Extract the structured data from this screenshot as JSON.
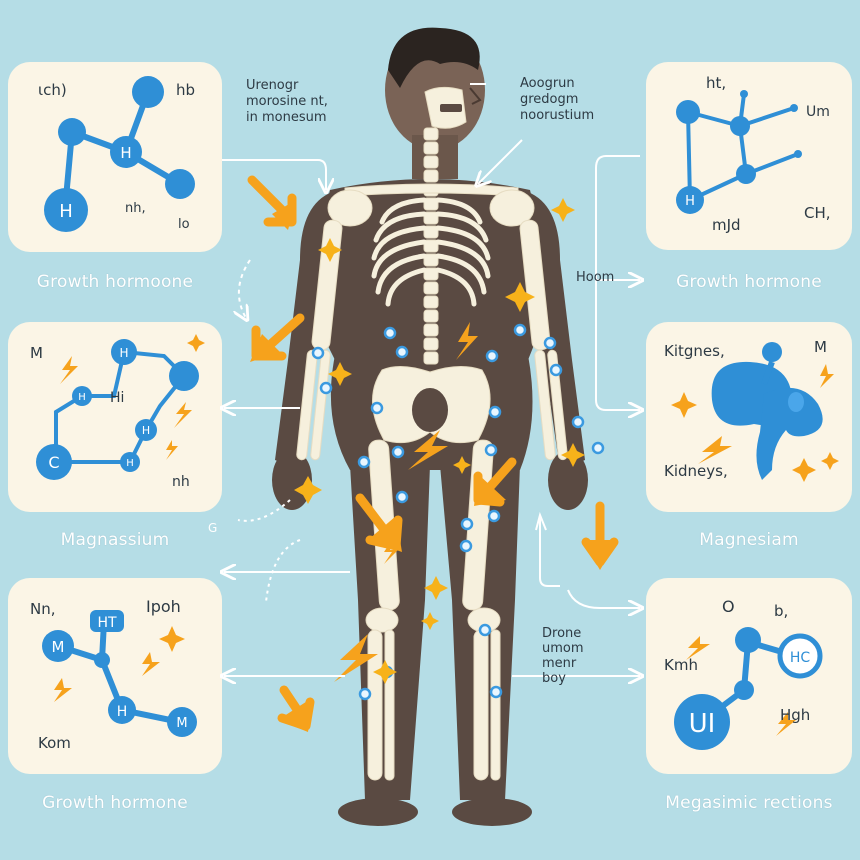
{
  "panels": {
    "top_left": {
      "nodes": [
        "H",
        "H"
      ],
      "labels": [
        "ιch)",
        "hb",
        "nh,",
        "lo"
      ],
      "caption": "Growth hormoone"
    },
    "mid_left": {
      "nodes": [
        "H",
        "H",
        "H",
        "C",
        "H"
      ],
      "labels": [
        "M",
        "Hi",
        "nh"
      ],
      "caption": "Magnassium"
    },
    "bottom_left": {
      "nodes": [
        "M",
        "HT",
        "H",
        "M"
      ],
      "labels": [
        "Nn,",
        "Ipoh",
        "Kom"
      ],
      "caption": "Growth hormone"
    },
    "top_right": {
      "nodes": [
        "H"
      ],
      "labels": [
        "ht,",
        "Um",
        "mJd",
        "CH,"
      ],
      "caption": "Growth hormone"
    },
    "mid_right": {
      "labels": [
        "Kitgnes,",
        "M",
        "Kidneys,"
      ],
      "caption": "Magnesiam"
    },
    "bottom_right": {
      "nodes": [
        "HC",
        "UI"
      ],
      "labels": [
        "O",
        "b,",
        "Kmh",
        "Hgh"
      ],
      "caption": "Megasimic rections"
    }
  },
  "annotations": {
    "top_center_left": [
      "Urenogr",
      "morosine nt,",
      "in monesum"
    ],
    "top_center_right": [
      "Aoogrun",
      "gredogm",
      "noorustium"
    ],
    "right_body": "Hoom",
    "lower_right_body": [
      "Drone",
      "umom",
      "menr",
      "boy"
    ],
    "left_stray": "G"
  },
  "colors": {
    "background": "#b5dde6",
    "panel": "#fbf5e6",
    "molecule_blue": "#2f8fd6",
    "arrow_orange": "#f6a21c",
    "body_skin": "#5a4a42",
    "bone": "#f6f0dd"
  }
}
